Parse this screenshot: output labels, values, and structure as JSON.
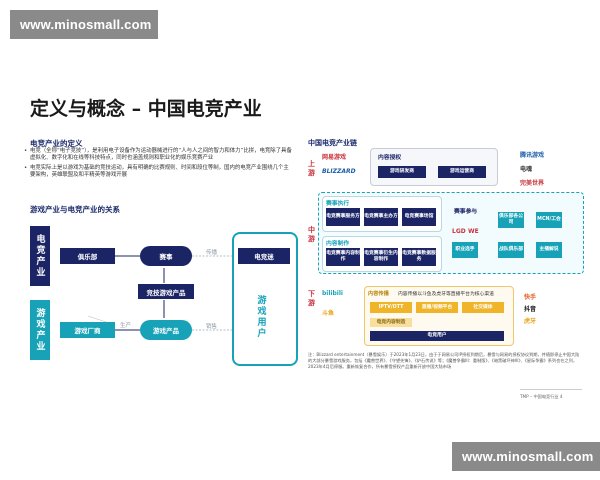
{
  "watermark": "www.minosmall.com",
  "title": "定义与概念 – 中国电竞产业",
  "definition": {
    "heading": "电竞产业的定义",
    "bullets": [
      "电竞（全称“电子竞技”），是利用电子设备作为运动器械进行的“人与人之间的智力和体力”比拼，电竞除了具备虚拟化、数字化和在线等科技特点，同时也涵盖规则和职业化的娱乐竞赛产业",
      "电竞实际上是以游戏为基础的竞技运动，具有明确的比赛规则、时间和段位等制，国内的电竞产业围绕几个主要架构，英雄联盟及和平精英等游戏开展"
    ]
  },
  "relation": {
    "heading": "游戏产业与电竞产业的关系",
    "esports_bar": "电竞产业",
    "games_bar": "游戏产业",
    "club": "俱乐部",
    "event": "赛事",
    "competitive_product": "竞技游戏产品",
    "fans": "电竞迷",
    "game_vendor": "游戏厂商",
    "game_product": "游戏产品",
    "users": "游戏用户",
    "label_broadcast": "传播",
    "label_produce": "生产",
    "label_sell": "销售"
  },
  "chain": {
    "heading": "中国电竞产业链",
    "upstream": "上游",
    "midstream": "中游",
    "downstream": "下游",
    "upstream_panel": "内容授权",
    "upstream_items": [
      "游戏研发商",
      "游戏运营商"
    ],
    "mid_exec": "赛事执行",
    "mid_exec_items": [
      "电竞赛事服务方",
      "电竞赛事主办方",
      "电竞赛事场馆"
    ],
    "mid_prod": "内容制作",
    "mid_prod_items": [
      "电竞赛事内容制作",
      "电竞赛事衍生内容制作",
      "电竞赛事数据服务"
    ],
    "mid_part": "赛事参与",
    "mid_part_items": [
      "职业选手",
      "战队俱乐部",
      "俱乐部各公司",
      "主播解说"
    ],
    "mcn": "MCN/工会",
    "down_panel": "内容传播以斗鱼及虎牙等直播平台为核心渠道",
    "down_prefix": "内容传播",
    "down_items": [
      "IPTV/OTT",
      "直播/视频平台",
      "社交媒体"
    ],
    "down_audience": "电竞用户",
    "down_content": "电竞内容制造",
    "logos_left": [
      "网易游戏",
      "BLIZZARD"
    ],
    "logos_right": [
      "腾讯游戏",
      "电魂",
      "完美世界"
    ],
    "logos_mid": [
      "LGD",
      "WE"
    ],
    "logos_down_left": [
      "bilibili",
      "斗鱼"
    ],
    "logos_down_right": [
      "快手",
      "抖音",
      "虎牙"
    ]
  },
  "footnote": "注：Blizzard entertainment（暴雪娱乐）于2023年1月23日，由于于网易公司IP授权到期后，暴雪与网易的授权协议到期，并随即停止中国大陆的大部分暴雪游戏服务，包括《魔兽世界》、《守望先锋》、《炉石传说》等；《魔兽争霸III：重制版》、《暗黑破坏神III》、《星际争霸》系列也在之列，2023年4月后停服。重新恢复合作，所有暴雪授权产品重新开放中国大陆市场",
  "page_no": "TMP – 中国电竞行业  4",
  "colors": {
    "navy": "#1b2566",
    "teal": "#17a2b8",
    "red": "#c8323c"
  }
}
